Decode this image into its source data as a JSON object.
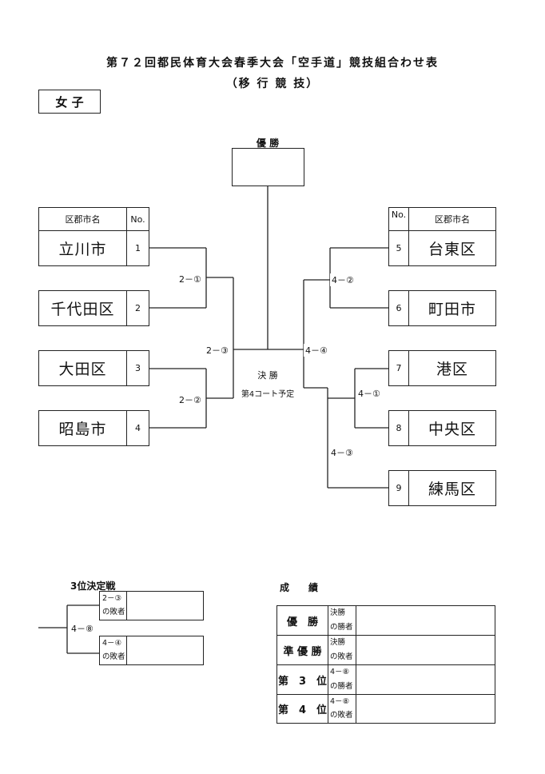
{
  "header": {
    "title": "第７２回都民体育大会春季大会「空手道」競技組合わせ表",
    "subtitle": "（移 行 競 技）",
    "category": "女 子"
  },
  "bracket": {
    "champion_label": "優 勝",
    "col_district": "区郡市名",
    "col_no": "No.",
    "left": [
      {
        "no": "1",
        "name": "立川市"
      },
      {
        "no": "2",
        "name": "千代田区"
      },
      {
        "no": "3",
        "name": "大田区"
      },
      {
        "no": "4",
        "name": "昭島市"
      }
    ],
    "right": [
      {
        "no": "5",
        "name": "台東区"
      },
      {
        "no": "6",
        "name": "町田市"
      },
      {
        "no": "7",
        "name": "港区"
      },
      {
        "no": "8",
        "name": "中央区"
      },
      {
        "no": "9",
        "name": "練馬区"
      }
    ],
    "matches": {
      "m2_1": "2－①",
      "m2_2": "2－②",
      "m2_3": "2－③",
      "m4_1": "4－①",
      "m4_2": "4－②",
      "m4_3": "4－③",
      "m4_4": "4－④"
    },
    "final_label": "決 勝",
    "final_note": "第4コート予定"
  },
  "third_place": {
    "title": "3位決定戦",
    "match": "4－⑧",
    "slot1_a": "2－③",
    "slot1_b": "の敗者",
    "slot2_a": "4－④",
    "slot2_b": "の敗者"
  },
  "results": {
    "title": "成　　績",
    "rows": [
      {
        "place": "優　勝",
        "src": "決勝",
        "who": "の勝者"
      },
      {
        "place": "準 優 勝",
        "src": "決勝",
        "who": "の敗者"
      },
      {
        "place": "第　3　位",
        "src": "4－⑧",
        "who": "の勝者"
      },
      {
        "place": "第　4　位",
        "src": "4－⑧",
        "who": "の敗者"
      }
    ]
  }
}
